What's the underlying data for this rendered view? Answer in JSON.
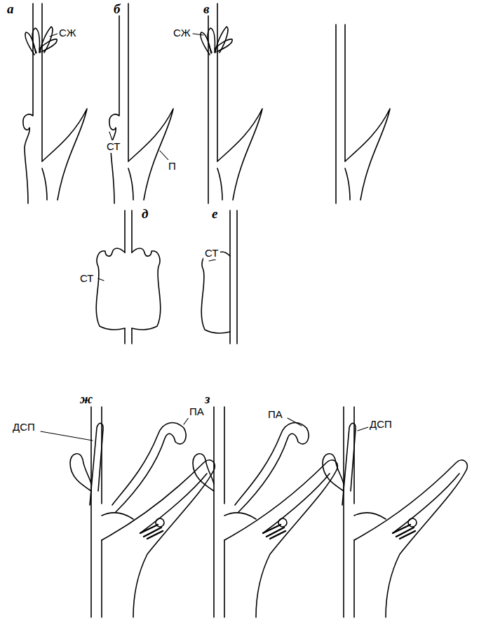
{
  "diagram": {
    "labels": [
      "а",
      "СЖ",
      "б",
      "в",
      "СЖ",
      "СТ",
      "П",
      "д",
      "е",
      "СТ",
      "СТ",
      "ж",
      "ДСП",
      "ПА",
      "з",
      "ПА",
      "ДСП"
    ]
  }
}
